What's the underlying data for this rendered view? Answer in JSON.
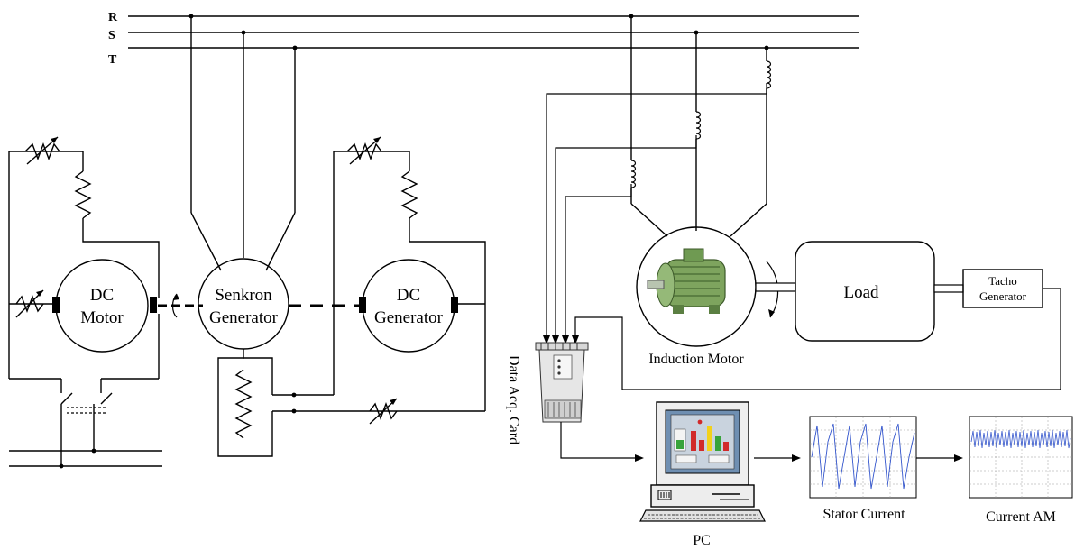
{
  "bus": {
    "r": "R",
    "s": "S",
    "t": "T"
  },
  "dc_motor": {
    "line1": "DC",
    "line2": "Motor"
  },
  "sync_gen": {
    "line1": "Senkron",
    "line2": "Generator"
  },
  "dc_gen": {
    "line1": "DC",
    "line2": "Generator"
  },
  "induction_motor": {
    "label": "Induction Motor"
  },
  "load": {
    "label": "Load"
  },
  "tacho": {
    "line1": "Tacho",
    "line2": "Generator"
  },
  "daq": {
    "label": "Data Acq. Card"
  },
  "pc": {
    "label": "PC"
  },
  "stator_plot": {
    "label": "Stator Current"
  },
  "am_plot": {
    "label": "Current  AM"
  },
  "colors": {
    "wire": "#000000",
    "signal": "#3355cc",
    "motor_body": "#6f9a52"
  }
}
